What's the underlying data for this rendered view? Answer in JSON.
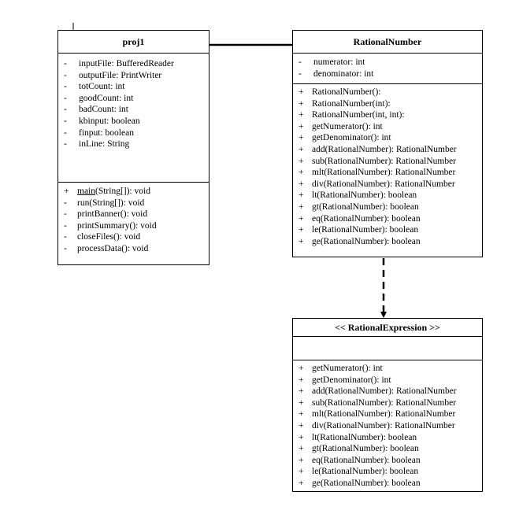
{
  "proj1": {
    "name": "proj1",
    "attributes": [
      {
        "vis": "-",
        "text": "inputFile: BufferedReader"
      },
      {
        "vis": "-",
        "text": "outputFile: PrintWriter"
      },
      {
        "vis": "-",
        "text": "totCount: int"
      },
      {
        "vis": "-",
        "text": "goodCount: int"
      },
      {
        "vis": "-",
        "text": "badCount: int"
      },
      {
        "vis": "-",
        "text": "kbinput: boolean"
      },
      {
        "vis": "-",
        "text": "finput: boolean"
      },
      {
        "vis": "-",
        "text": "inLine: String"
      }
    ],
    "methods": [
      {
        "vis": "+",
        "name": "main",
        "rest": "(String[]): void"
      },
      {
        "vis": "-",
        "name": "",
        "rest": "run(String[]): void"
      },
      {
        "vis": "-",
        "name": "",
        "rest": "printBanner(): void"
      },
      {
        "vis": "-",
        "name": "",
        "rest": "printSummary(): void"
      },
      {
        "vis": "-",
        "name": "",
        "rest": "closeFiles(): void"
      },
      {
        "vis": "-",
        "name": "",
        "rest": "processData(): void"
      }
    ]
  },
  "rational_number": {
    "name": "RationalNumber",
    "attributes": [
      {
        "vis": "-",
        "text": "numerator: int"
      },
      {
        "vis": "-",
        "text": "denominator: int"
      }
    ],
    "methods": [
      {
        "vis": "+",
        "text": "RationalNumber():"
      },
      {
        "vis": "+",
        "text": "RationalNumber(int):"
      },
      {
        "vis": "+",
        "text": "RationalNumber(int, int):"
      },
      {
        "vis": "+",
        "text": "getNumerator(): int"
      },
      {
        "vis": "+",
        "text": "getDenominator(): int"
      },
      {
        "vis": "+",
        "text": "add(RationalNumber): RationalNumber"
      },
      {
        "vis": "+",
        "text": "sub(RationalNumber): RationalNumber"
      },
      {
        "vis": "+",
        "text": "mlt(RationalNumber): RationalNumber"
      },
      {
        "vis": "+",
        "text": "div(RationalNumber): RationalNumber"
      },
      {
        "vis": "+",
        "text": "lt(RationalNumber): boolean"
      },
      {
        "vis": "+",
        "text": "gt(RationalNumber): boolean"
      },
      {
        "vis": "+",
        "text": "eq(RationalNumber): boolean"
      },
      {
        "vis": "+",
        "text": "le(RationalNumber): boolean"
      },
      {
        "vis": "+",
        "text": "ge(RationalNumber): boolean"
      }
    ]
  },
  "rational_expression": {
    "name": "<< RationalExpression >>",
    "methods": [
      {
        "vis": "+",
        "text": "getNumerator(): int"
      },
      {
        "vis": "+",
        "text": "getDenominator(): int"
      },
      {
        "vis": "+",
        "text": "add(RationalNumber): RationalNumber"
      },
      {
        "vis": "+",
        "text": "sub(RationalNumber): RationalNumber"
      },
      {
        "vis": "+",
        "text": "mlt(RationalNumber): RationalNumber"
      },
      {
        "vis": "+",
        "text": "div(RationalNumber): RationalNumber"
      },
      {
        "vis": "+",
        "text": "lt(RationalNumber): boolean"
      },
      {
        "vis": "+",
        "text": "gt(RationalNumber): boolean"
      },
      {
        "vis": "+",
        "text": "eq(RationalNumber): boolean"
      },
      {
        "vis": "+",
        "text": "le(RationalNumber): boolean"
      },
      {
        "vis": "+",
        "text": "ge(RationalNumber): boolean"
      }
    ]
  }
}
